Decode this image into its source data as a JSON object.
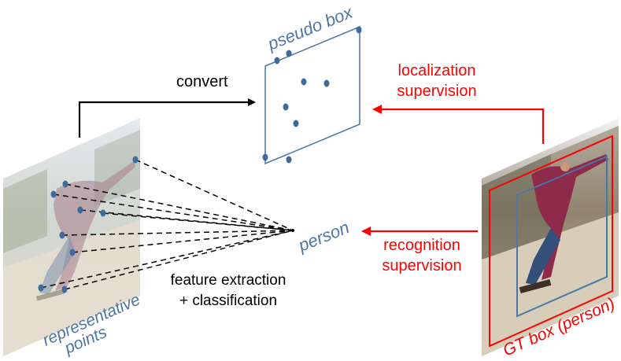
{
  "labels": {
    "convert": "convert",
    "pseudo_box": "pseudo box",
    "localization_line1": "localization",
    "localization_line2": "supervision",
    "recognition_line1": "recognition",
    "recognition_line2": "supervision",
    "person": "person",
    "feature_line1": "feature extraction",
    "feature_line2": "+ classification",
    "rep_line1": "representative",
    "rep_line2": "points",
    "gt_box": "GT box (person)"
  },
  "colors": {
    "blue": "#4a76a8",
    "dot": "#3f6b9c",
    "red": "#ff0000",
    "black": "#000000"
  }
}
